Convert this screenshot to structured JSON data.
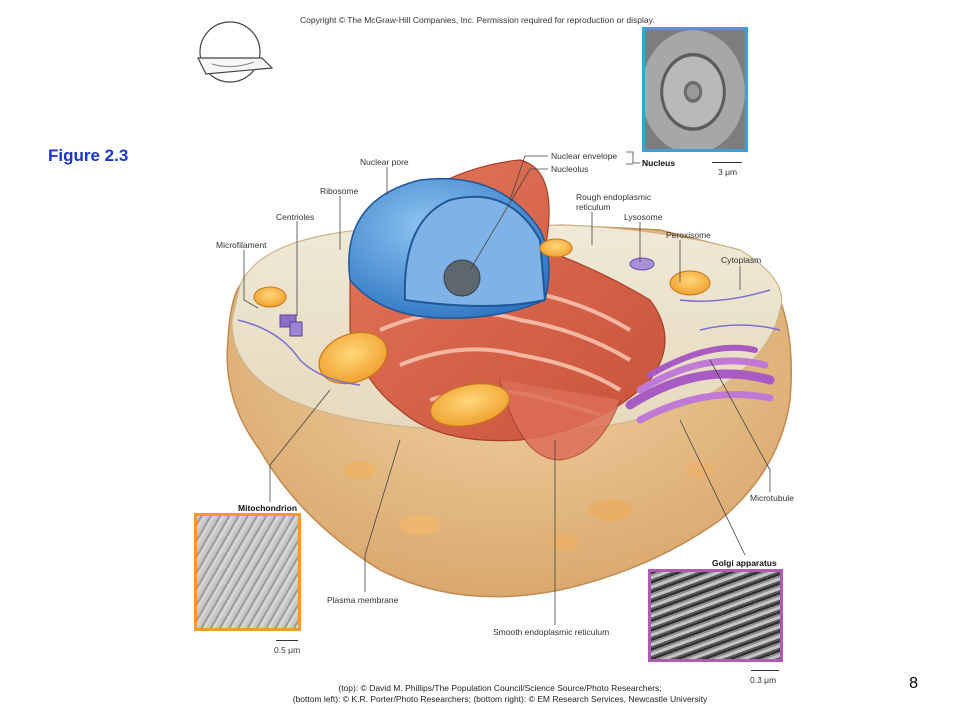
{
  "header": {
    "copyright": "Copyright © The McGraw-Hill Companies, Inc. Permission required for reproduction or display."
  },
  "figure": {
    "title": "Figure 2.3"
  },
  "labels": {
    "nuclear_pore": "Nuclear pore",
    "nuclear_envelope": "Nuclear envelope",
    "nucleolus": "Nucleolus",
    "nucleus": "Nucleus",
    "ribosome": "Ribosome",
    "rough_er": "Rough endoplasmic\nreticulum",
    "centrioles": "Centrioles",
    "lysosome": "Lysosome",
    "peroxisome": "Peroxisome",
    "microfilament": "Microfilament",
    "cytoplasm": "Cytoplasm",
    "microtubule": "Microtubule",
    "mitochondrion": "Mitochondrion",
    "golgi": "Golgi apparatus",
    "plasma_membrane": "Plasma membrane",
    "smooth_er": "Smooth endoplasmic reticulum"
  },
  "scales": {
    "nucleus": "3 μm",
    "mitochondrion": "0.5 μm",
    "golgi": "0.3 μm"
  },
  "credits": {
    "line1": "(top): © David M. Phillips/The Population Council/Science Source/Photo Researchers;",
    "line2": "(bottom left): © K.R. Porter/Photo Researchers; (bottom right): © EM Research Services, Newcastle University"
  },
  "page": {
    "number": "8"
  },
  "colors": {
    "nucleus_frame": "#3aa0d8",
    "mitochondrion_frame": "#f29a2e",
    "golgi_frame": "#b05ab5",
    "figure_title": "#1a35c8"
  }
}
